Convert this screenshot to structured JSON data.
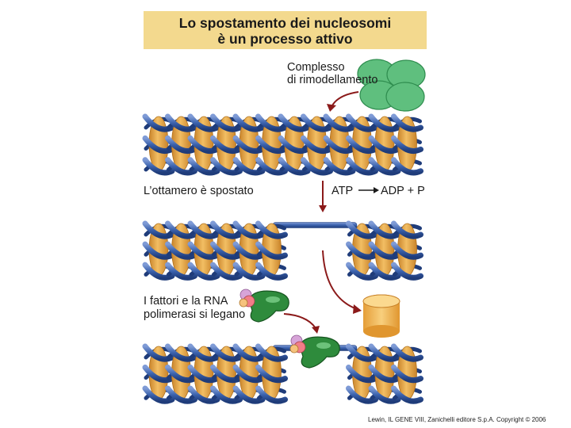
{
  "title": {
    "line1": "Lo spostamento dei nucleosomi",
    "line2": "è un processo attivo"
  },
  "labels": {
    "remodeling_line1": "Complesso",
    "remodeling_line2": "di rimodellamento",
    "octamer_moved": "L’ottamero è spostato",
    "atp_reaction_left": "ATP",
    "atp_reaction_right": "ADP + P",
    "factors_line1": "I fattori e la RNA",
    "factors_line2": "polimerasi si legano"
  },
  "credit": "Lewin, IL GENE VIII,  Zanichelli editore S.p.A.  Copyright © 2006",
  "colors": {
    "title_background": "#f3d98e",
    "histone_orange": "#e6a444",
    "dna_blue": "#3b62ad",
    "remodeling_green": "#5fbf7e",
    "polymerase_green": "#2e8b3c",
    "arrow_red": "#8b1a1a"
  }
}
